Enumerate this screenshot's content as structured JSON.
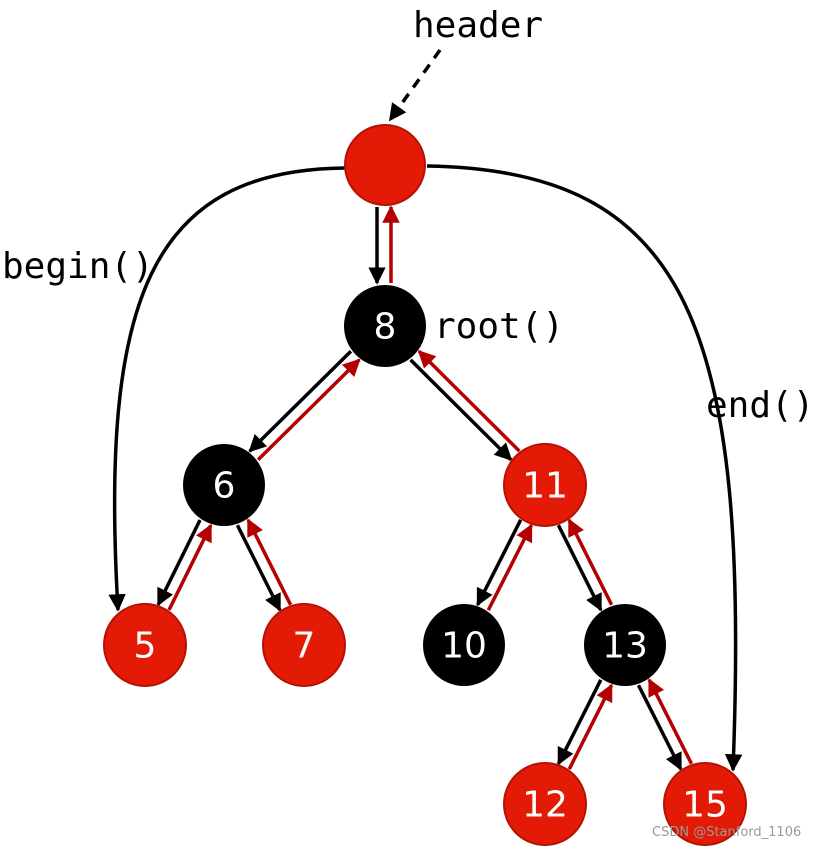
{
  "labels": {
    "header": "header",
    "begin": "begin()",
    "root": "root()",
    "end": "end()"
  },
  "colors": {
    "red_node": "#E31A06",
    "red_stroke": "#B51204",
    "black_node": "#000000",
    "black_arrow": "#000000",
    "red_arrow": "#B30000"
  },
  "nodes": {
    "header": {
      "label": "",
      "color": "red"
    },
    "n8": {
      "label": "8",
      "color": "black"
    },
    "n6": {
      "label": "6",
      "color": "black"
    },
    "n11": {
      "label": "11",
      "color": "red"
    },
    "n5": {
      "label": "5",
      "color": "red"
    },
    "n7": {
      "label": "7",
      "color": "red"
    },
    "n10": {
      "label": "10",
      "color": "black"
    },
    "n13": {
      "label": "13",
      "color": "black"
    },
    "n12": {
      "label": "12",
      "color": "red"
    },
    "n15": {
      "label": "15",
      "color": "red"
    }
  },
  "watermark": "CSDN @Stanford_1106"
}
